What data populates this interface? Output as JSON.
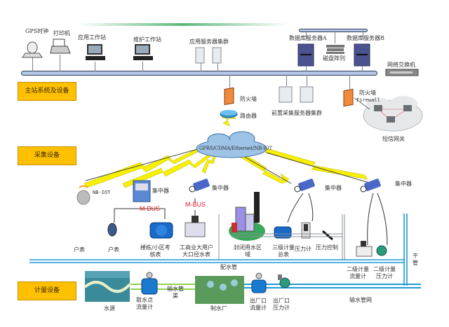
{
  "sections": {
    "master": "主站系统及设备",
    "collection": "采集设备",
    "metering": "计量设备"
  },
  "master_devices": {
    "gps_clock": "GPS时钟",
    "printer": "打印机",
    "app_workstation": "应用工作站",
    "maint_workstation": "维护工作站",
    "app_server_cluster": "应用服务器集群",
    "db_server_a": "数据库服务器A",
    "disk_array": "磁盘阵列",
    "db_server_b": "数据库服务器B",
    "network_switch": "网络交换机",
    "firewall_left": "防火墙",
    "router": "路由器",
    "frontend_cluster": "前置采集服务器集群",
    "firewall_right": "防火墙",
    "firewall_right_en": "Firewall",
    "sms_gateway": "短信网关"
  },
  "network": {
    "cloud_label": "GPRS/CDMA/Ethernet/NB-IOT"
  },
  "collection_devices": {
    "nb_iot": "NB-IOT",
    "concentrator_1": "集中器",
    "concentrator_2": "集中器",
    "concentrator_3": "集中器",
    "concentrator_4": "集中器",
    "mbus_1": "M-BUS",
    "mbus_2": "M-BUS"
  },
  "meters": {
    "household_1": "户表",
    "household_2": "户表",
    "building_meter_l1": "楼栋/小区考",
    "building_meter_l2": "核表",
    "industrial_l1": "工商业大用户",
    "industrial_l2": "大口径水表",
    "closed_area_l1": "封闭用水区",
    "closed_area_l2": "域",
    "third_level_l1": "三级计量",
    "third_level_l2": "总表",
    "pressure_gauge": "压力计",
    "pressure_control": "压力控制",
    "second_flow_l1": "二级计量",
    "second_flow_l2": "流量计",
    "second_pressure_l1": "二级计量",
    "second_pressure_l2": "压力计",
    "trunk_l1": "干",
    "trunk_l2": "管",
    "distribution_pipe": "配水管",
    "water_source": "水源",
    "intake_flow_l1": "取水点",
    "intake_flow_l2": "流量计",
    "transmission_l1": "输水管",
    "transmission_l2": "渠",
    "water_plant": "制水厂",
    "outlet_flow_l1": "出厂口",
    "outlet_flow_l2": "流量计",
    "outlet_pressure_l1": "出厂口",
    "outlet_pressure_l2": "压力计",
    "transmission_network": "输水管网"
  },
  "colors": {
    "section_fill": "#ffc000",
    "bus_fill": "#b4c7e7",
    "pipe_blue": "#1e9ad6",
    "lightning": "#f7f000",
    "mbus_red": "#e8202a",
    "cloud": "#9dc3e6"
  }
}
